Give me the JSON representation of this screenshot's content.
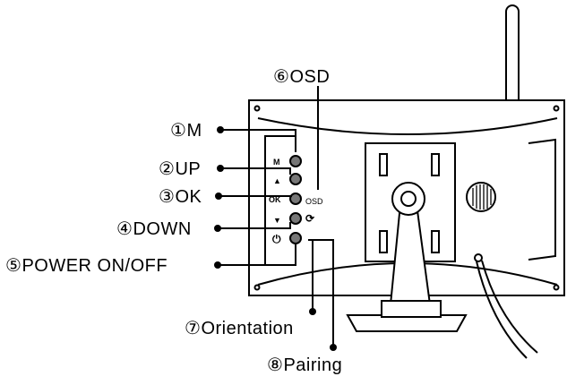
{
  "labels": {
    "osd": {
      "num": "⑥",
      "text": "OSD"
    },
    "m": {
      "num": "①",
      "text": "M"
    },
    "up": {
      "num": "②",
      "text": "UP"
    },
    "ok": {
      "num": "③",
      "text": "OK"
    },
    "down": {
      "num": "④",
      "text": "DOWN"
    },
    "power": {
      "num": "⑤",
      "text": "POWER ON/OFF"
    },
    "orientation": {
      "num": "⑦",
      "text": "Orientation"
    },
    "pairing": {
      "num": "⑧",
      "text": "Pairing"
    }
  },
  "panel": {
    "m_key": "M",
    "ok_key": "OK",
    "osd_key": "OSD"
  },
  "icons": {
    "up": "▲",
    "down": "▼",
    "power": "⏻",
    "rotate": "⟳"
  }
}
